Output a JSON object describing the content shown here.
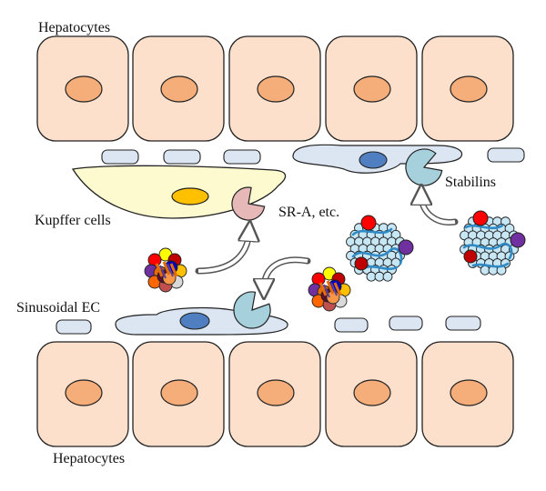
{
  "labels": {
    "hepatocytes_top": "Hepatocytes",
    "hepatocytes_bottom": "Hepatocytes",
    "kupffer_cells": "Kupffer cells",
    "sinusoidal_ec": "Sinusoidal EC",
    "sr_a": "SR-A, etc.",
    "stabilins": "Stabilins"
  },
  "colors": {
    "hepatocyte_fill": "#fce0cc",
    "hepatocyte_nucleus": "#f5ad7a",
    "kupffer_fill": "#fefad0",
    "kupffer_nucleus": "#ffc000",
    "endothelial_fill": "#dce6f2",
    "endothelial_nucleus": "#4f7fc0",
    "sr_a_receptor": "#e6b9b8",
    "stabilin_receptor": "#a6d1dc",
    "particle_bead": "#c7e7f5",
    "strand": "#2f8ac6"
  },
  "icons": [
    "hepatocyte-cell",
    "kupffer-cell",
    "endothelial-cell",
    "sr-a-receptor",
    "stabilin-receptor",
    "ligand-particle",
    "curved-arrow"
  ]
}
